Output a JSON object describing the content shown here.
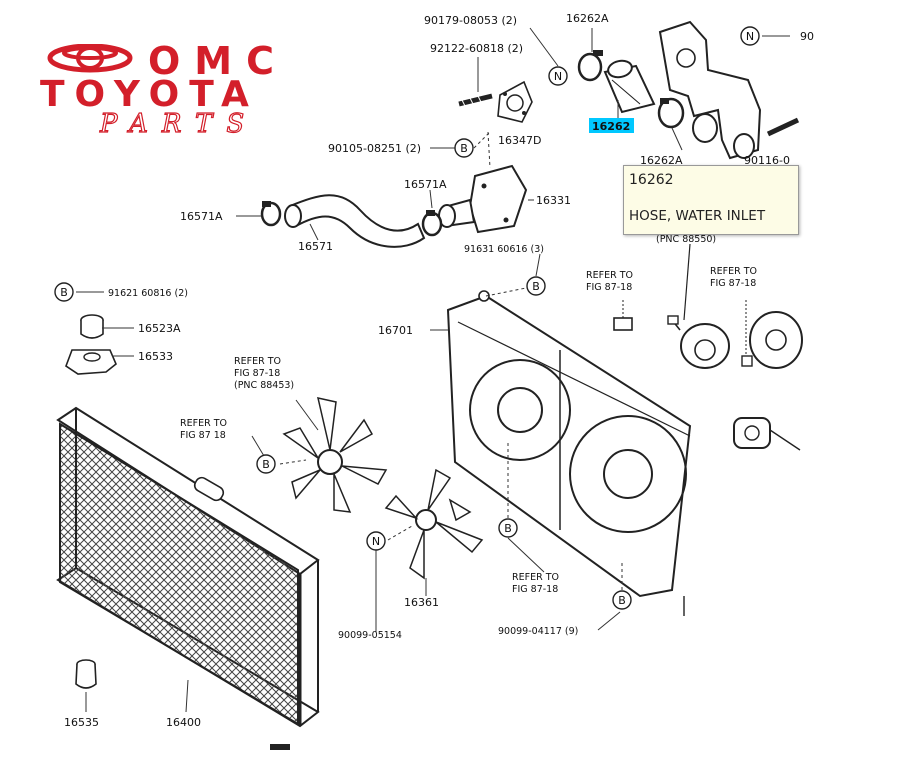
{
  "brand": {
    "line1": "OMC",
    "line2": "TOYOTA",
    "line3": "PARTS",
    "color": "#d31f2a"
  },
  "tooltip": {
    "part_number": "16262",
    "description": "HOSE, WATER INLET",
    "background": "#fdfce6"
  },
  "highlight_color": "#00c8ff",
  "labels": {
    "p90179": "90179-08053 (2)",
    "p16262A_top": "16262A",
    "p92122": "92122-60818 (2)",
    "p16262": "16262",
    "p16347D": "16347D",
    "p16262A_bot": "16262A",
    "p90116": "90116-0",
    "p90105": "90105-08251 (2)",
    "p16571A_top": "16571A",
    "p16331": "16331",
    "p16571A_left": "16571A",
    "p16571": "16571",
    "p91631": "91631 60616 (3)",
    "p91621": "91621 60816 (2)",
    "p16523A": "16523A",
    "p16533": "16533",
    "p16701": "16701",
    "ref_87_18_a_1": "REFER TO",
    "ref_87_18_a_2": "FIG 87-18",
    "ref_87_18_b_1": "REFER TO",
    "ref_87_18_b_2": "FIG 87-18",
    "ref_88453_1": "REFER TO",
    "ref_88453_2": "FIG 87-18",
    "ref_88453_3": "(PNC 88453)",
    "ref_left_1": "REFER TO",
    "ref_left_2": "FIG 87 18",
    "ref_mid_1": "REFER TO",
    "ref_mid_2": "FIG 87-18",
    "pnc_right": "(PNC 88550)",
    "p16361": "16361",
    "p90099_05154": "90099-05154",
    "p90099_04117": "90099-04117 (9)",
    "p16535": "16535",
    "p16400": "16400",
    "circle_b": "B",
    "circle_n": "N",
    "n_right_tail": "90"
  }
}
